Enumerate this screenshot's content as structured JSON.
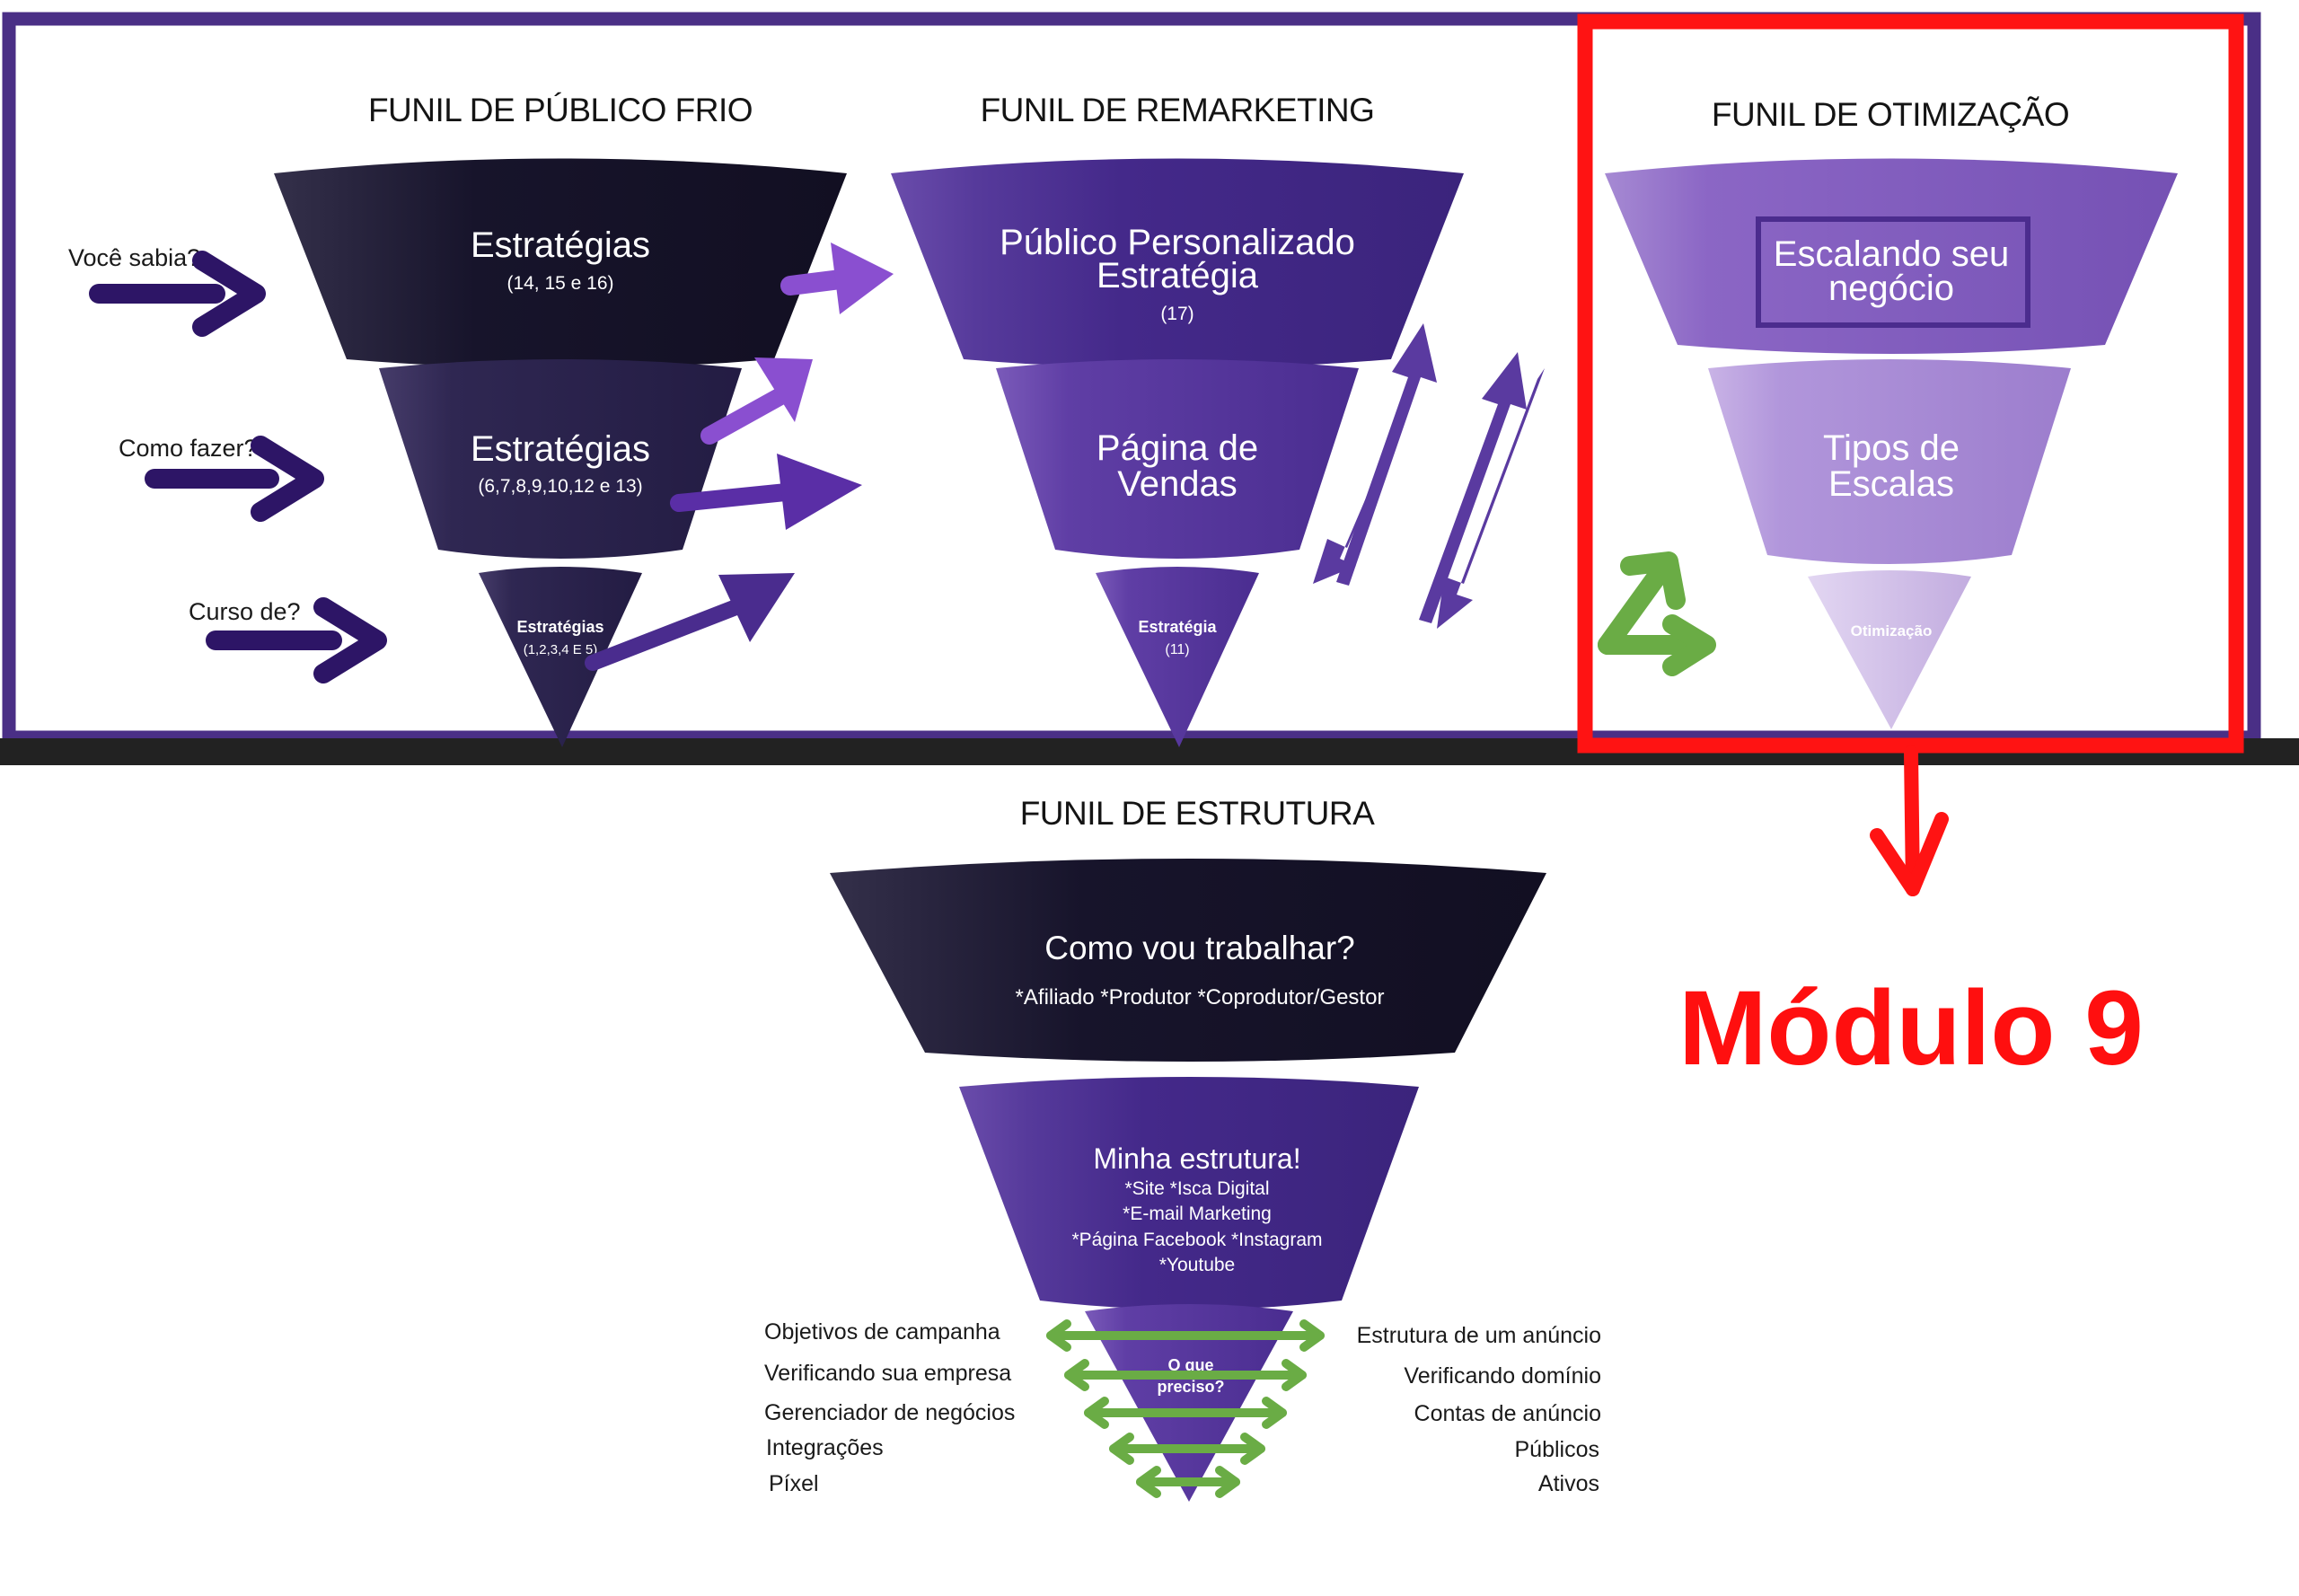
{
  "colors": {
    "frame_purple": "#4a2f86",
    "highlight_red": "#ff1313",
    "dark_top": "#181530",
    "dark_mid": "#2c2450",
    "purple": "#4b2c8e",
    "purple_mid": "#5a3aa0",
    "light_purple": "#8a63c4",
    "lighter_purple": "#a889d4",
    "green": "#6aac45"
  },
  "funil_frio": {
    "title": "FUNIL DE PÚBLICO FRIO",
    "top_label": "Estratégias",
    "top_sub": "(14, 15 e 16)",
    "mid_label": "Estratégias",
    "mid_sub": "(6,7,8,9,10,12 e 13)",
    "bottom_label": "Estratégias",
    "bottom_sub": "(1,2,3,4 E 5)",
    "side_labels": [
      "Você sabia?",
      "Como fazer?",
      "Curso de?"
    ]
  },
  "funil_remarketing": {
    "title": "FUNIL DE REMARKETING",
    "top_line1": "Público Personalizado",
    "top_line2": "Estratégia",
    "top_sub": "(17)",
    "mid_line1": "Página de",
    "mid_line2": "Vendas",
    "bottom_label": "Estratégia",
    "bottom_sub": "(11)"
  },
  "funil_otimizacao": {
    "title": "FUNIL DE OTIMIZAÇÃO",
    "top_line1": "Escalando seu",
    "top_line2": "negócio",
    "mid_line1": "Tipos de",
    "mid_line2": "Escalas",
    "bottom_label": "Otimização"
  },
  "funil_estrutura": {
    "title": "FUNIL DE ESTRUTURA",
    "top_label": "Como vou trabalhar?",
    "top_sub": "*Afiliado *Produtor *Coprodutor/Gestor",
    "mid_label": "Minha estrutura!",
    "mid_lines": [
      "*Site *Isca Digital",
      "*E-mail Marketing",
      "*Página Facebook *Instagram",
      "*Youtube"
    ],
    "bottom_line1": "O que",
    "bottom_line2": "preciso?",
    "left_items": [
      "Objetivos de campanha",
      "Verificando sua empresa",
      "Gerenciador de negócios",
      "Integrações",
      "Píxel"
    ],
    "right_items": [
      "Estrutura de um anúncio",
      "Verificando domínio",
      "Contas de anúncio",
      "Públicos",
      "Ativos"
    ]
  },
  "annotation": {
    "modulo_label": "Módulo 9"
  }
}
